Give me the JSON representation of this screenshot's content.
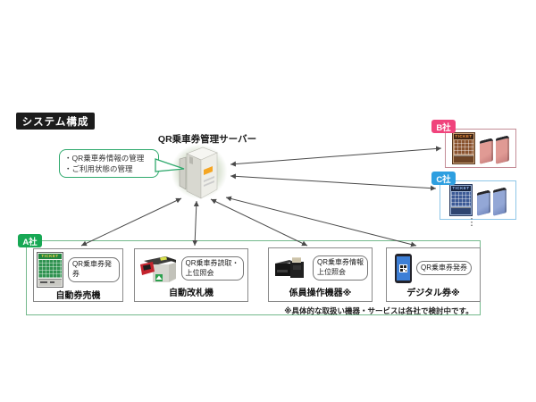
{
  "diagram": {
    "title": "システム構成",
    "server": {
      "title": "QR乗車券管理サーバー",
      "bubble": "・QR乗車券情報の管理\n・ご利用状態の管理"
    },
    "company_a": {
      "label": "A社",
      "devices": [
        {
          "tag": "QR乗車券発券",
          "caption": "自動券売機"
        },
        {
          "tag": "QR乗車券読取・\n上位照会",
          "caption": "自動改札機"
        },
        {
          "tag": "QR乗車券情報\n上位照会",
          "caption": "係員操作機器※"
        },
        {
          "tag": "QR乗車券発券",
          "caption": "デジタル券※"
        }
      ],
      "note": "※具体的な取扱い機器・サービスは各社で検討中です。"
    },
    "company_b": {
      "label": "B社"
    },
    "company_c": {
      "label": "C社"
    },
    "ellipsis": "⋮",
    "ticket_sign": "TICKET"
  },
  "colors": {
    "company_a_accent": "#17a854",
    "company_b_accent": "#f0437c",
    "company_c_accent": "#2e9fe0",
    "a_box_border": "#74b98c",
    "b_box_border": "#c48d97",
    "c_box_border": "#8ec6e8",
    "bubble_border": "#2fa96d",
    "arrow": "#4a4a4a",
    "server_label": "#f5a623"
  }
}
